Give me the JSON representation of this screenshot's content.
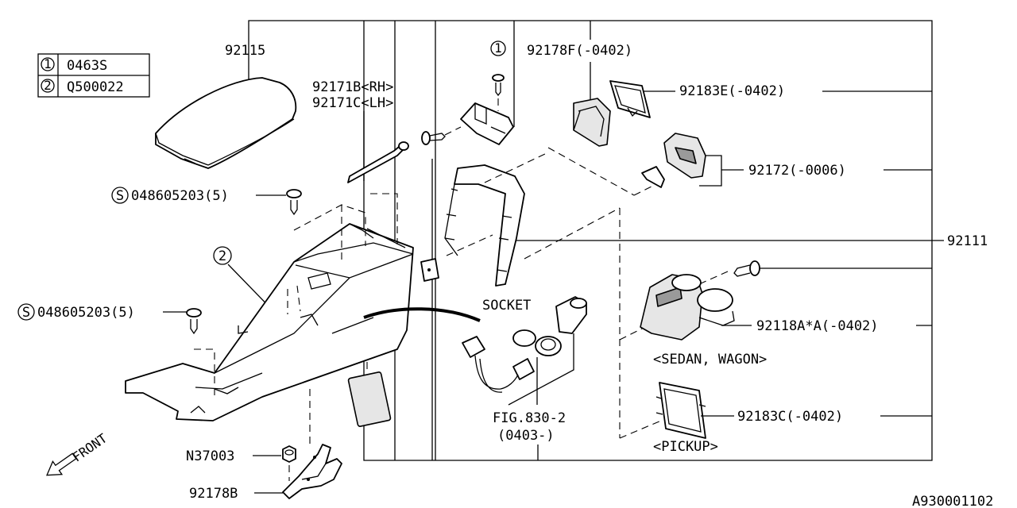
{
  "legend": [
    {
      "symbol": "1",
      "code": "0463S"
    },
    {
      "symbol": "2",
      "code": "Q500022"
    }
  ],
  "callout_symbols": {
    "circle_1": "1",
    "circle_2": "2",
    "s_mark": "S"
  },
  "labels": {
    "armrest": "92115",
    "bracket_rh": "92171B<RH>",
    "bracket_lh": "92171C<LH>",
    "cover_f": "92178F(-0402)",
    "lid_e": "92183E(-0402)",
    "pocket": "92172(-0006)",
    "console": "92111",
    "screw_upper": "048605203(5)",
    "screw_lower": "048605203(5)",
    "socket": "SOCKET",
    "cupholder": "92118A*A(-0402)",
    "variant_sedan": "<SEDAN, WAGON>",
    "fig_ref": "FIG.830-2",
    "fig_range": "(0403-)",
    "lid_c": "92183C(-0402)",
    "variant_pickup": "<PICKUP>",
    "nut": "N37003",
    "bracket_b": "92178B",
    "front": "FRONT",
    "diagram_id": "A930001102"
  },
  "colors": {
    "line": "#000000",
    "background": "#ffffff",
    "dark_fill": "#9a9a9a",
    "light_fill": "#e6e6e6"
  }
}
